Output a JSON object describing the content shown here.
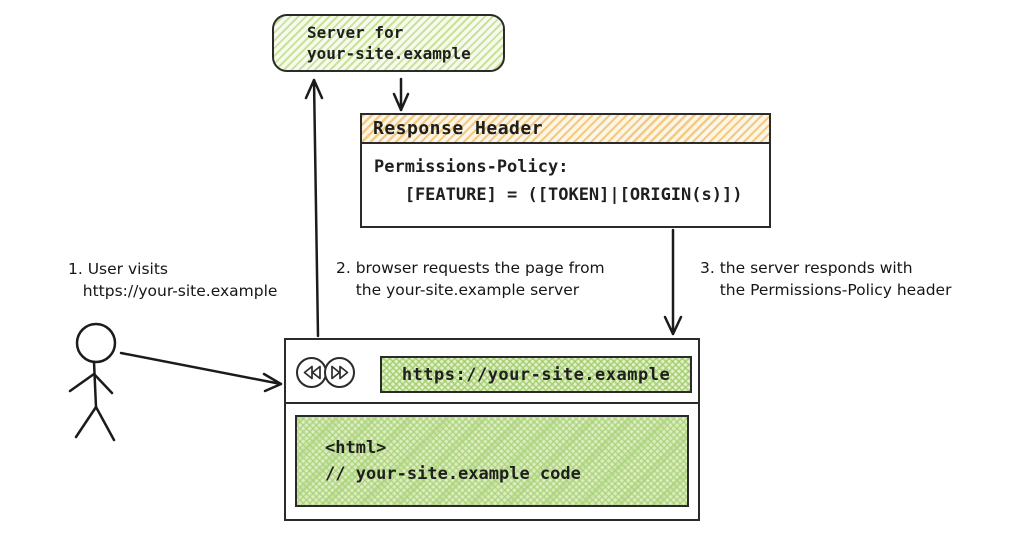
{
  "server": {
    "label": "Server for\nyour-site.example"
  },
  "response_header": {
    "title": "Response Header",
    "body": "Permissions-Policy:\n   [FEATURE] = ([TOKEN]|[ORIGIN(s)])"
  },
  "browser": {
    "url": "https://your-site.example",
    "content": "<html>\n// your-site.example code",
    "back_icon": "double-left-arrow",
    "forward_icon": "double-right-arrow"
  },
  "steps": [
    {
      "text": "1. User visits\n   https://your-site.example"
    },
    {
      "text": "2. browser requests the page from\n    the your-site.example server"
    },
    {
      "text": "3. the server responds with\n    the Permissions-Policy header"
    }
  ],
  "colors": {
    "green_hatch": "#c9e19c",
    "green_dense": "#9fcc6b",
    "orange_hatch": "#f2ca84",
    "ink": "#1f1f1f"
  }
}
